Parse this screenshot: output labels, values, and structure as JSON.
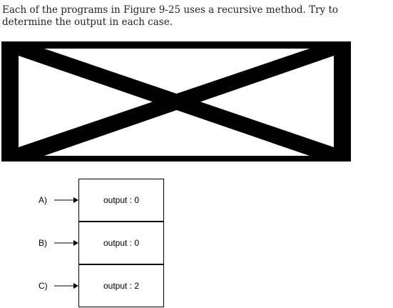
{
  "question": {
    "text": "Each of the programs in Figure 9-25 uses a recursive method. Try to determine the output in each case."
  },
  "answers": [
    {
      "label": "A)",
      "output": "output : 0"
    },
    {
      "label": "B)",
      "output": "output : 0"
    },
    {
      "label": "C)",
      "output": "output : 2"
    }
  ]
}
